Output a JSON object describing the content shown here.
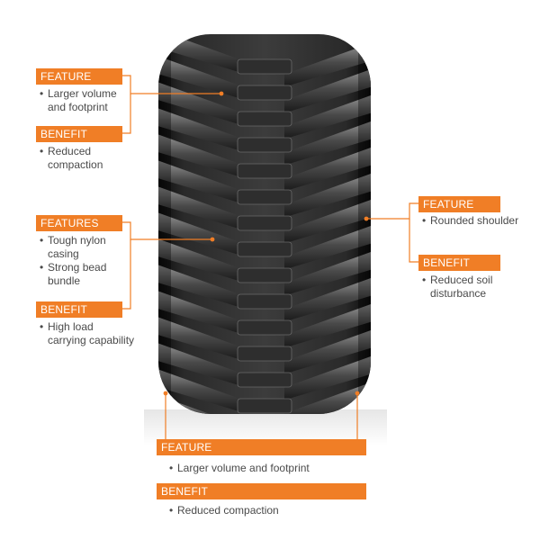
{
  "colors": {
    "accent": "#f07e26",
    "text": "#4a4a4a",
    "tire_dark": "#1c1c1c",
    "tire_mid": "#3a3a3a",
    "tire_light": "#8a8a8a"
  },
  "callouts": {
    "top_left": {
      "feature_tag": "FEATURE",
      "feature_lines": [
        "Larger volume",
        "and footprint"
      ],
      "benefit_tag": "BENEFIT",
      "benefit_lines": [
        "Reduced",
        "compaction"
      ]
    },
    "mid_left": {
      "feature_tag": "FEATURES",
      "feature_items": [
        [
          "Tough nylon",
          "casing"
        ],
        [
          "Strong bead",
          "bundle"
        ]
      ],
      "benefit_tag": "BENEFIT",
      "benefit_lines": [
        "High load",
        "carrying capability"
      ]
    },
    "right": {
      "feature_tag": "FEATURE",
      "feature_lines": [
        "Rounded shoulder"
      ],
      "benefit_tag": "BENEFIT",
      "benefit_lines": [
        "Reduced soil",
        "disturbance"
      ]
    },
    "bottom": {
      "feature_tag": "FEATURE",
      "feature_lines": [
        "Larger volume and footprint"
      ],
      "benefit_tag": "BENEFIT",
      "benefit_lines": [
        "Reduced compaction"
      ]
    }
  }
}
